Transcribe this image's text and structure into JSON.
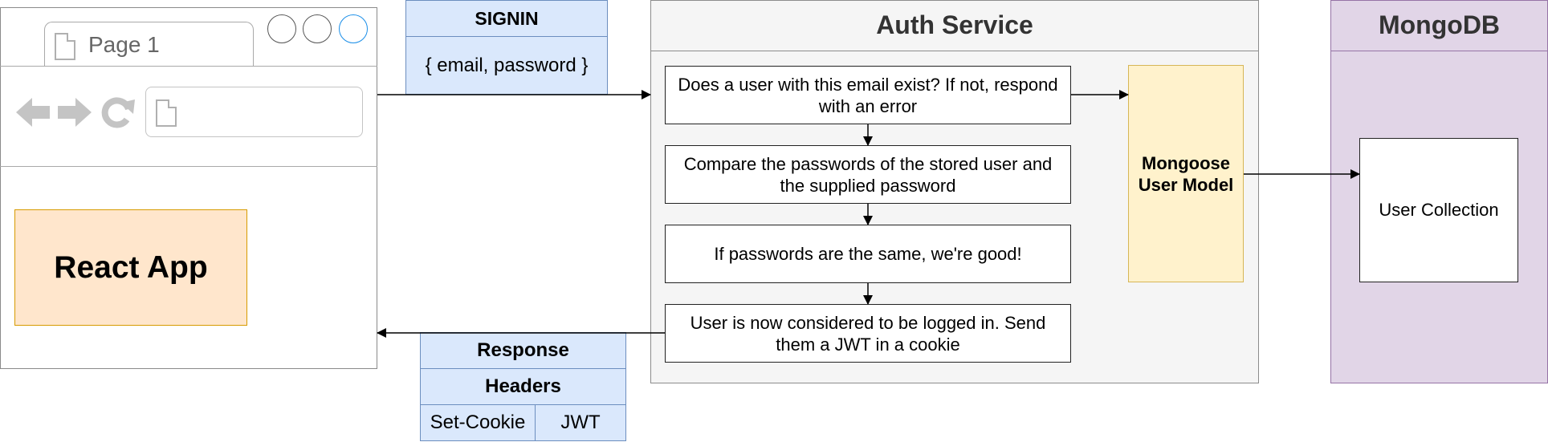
{
  "browser": {
    "tab_title": "Page 1",
    "app_label": "React App"
  },
  "request": {
    "title": "SIGNIN",
    "body": "{ email, password }"
  },
  "auth_service": {
    "title": "Auth Service",
    "steps": [
      "Does a user with this email exist?  If not, respond with an error",
      "Compare the passwords of the stored user and the supplied password",
      "If passwords are the same, we're good!",
      "User is now considered to be logged in.  Send them a JWT in a cookie"
    ],
    "model_label": "Mongoose User Model"
  },
  "database": {
    "title": "MongoDB",
    "collection_label": "User Collection"
  },
  "response": {
    "title": "Response",
    "headers_label": "Headers",
    "header_name": "Set-Cookie",
    "header_value": "JWT"
  },
  "colors": {
    "request_fill": "#dae8fc",
    "react_fill": "#ffe6cc",
    "mongoose_fill": "#fff2cc",
    "mongo_fill": "#e1d5e7",
    "auth_fill": "#f5f5f5"
  }
}
